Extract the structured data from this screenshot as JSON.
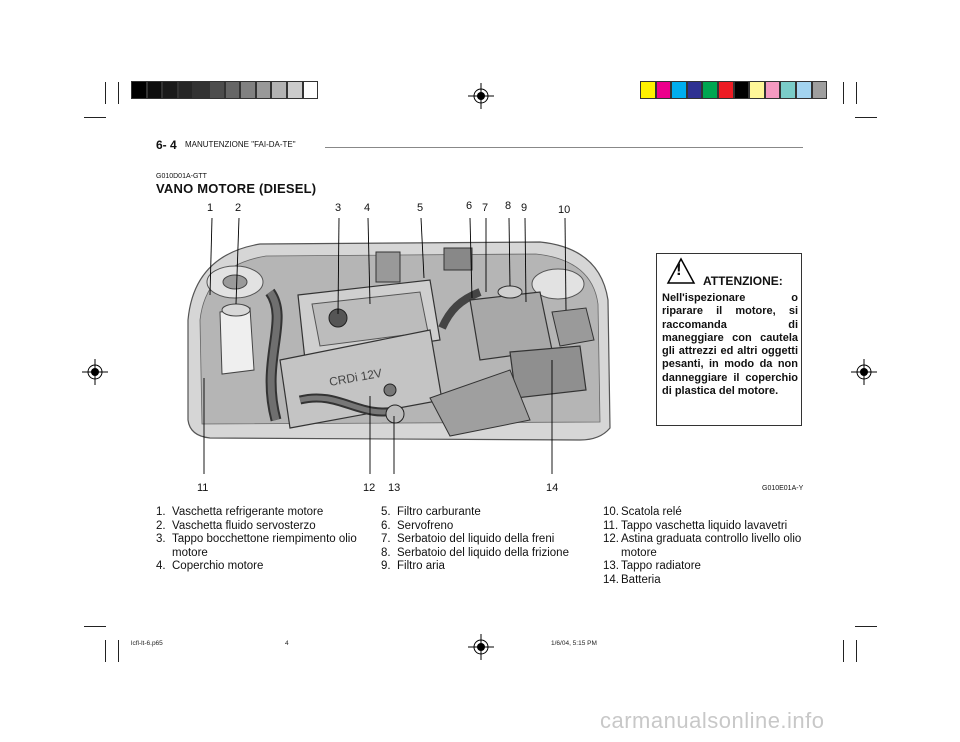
{
  "header": {
    "page_number": "6- 4",
    "section": "MANUTENZIONE \"FAI-DA-TE\""
  },
  "doc_code": "G010D01A-GTT",
  "title": "VANO MOTORE (DIESEL)",
  "figure": {
    "callouts_top": [
      "1",
      "2",
      "3",
      "4",
      "5",
      "6",
      "7",
      "8",
      "9",
      "10"
    ],
    "callouts_bottom": [
      "11",
      "12",
      "13",
      "14"
    ],
    "code": "G010E01A-Y",
    "engine_badge": "CRDi 12V"
  },
  "warning": {
    "symbol": "!",
    "title": "ATTENZIONE:",
    "text": "Nell'ispezionare o riparare il motore, si raccomanda di maneggiare con cautela gli attrezzi ed altri oggetti pesanti, in modo da non danneggiare il coperchio di plastica del motore."
  },
  "legend": {
    "col1": [
      {
        "n": "1.",
        "t": "Vaschetta refrigerante motore"
      },
      {
        "n": "2.",
        "t": "Vaschetta fluido servosterzo"
      },
      {
        "n": "3.",
        "t": "Tappo bocchettone riempimento olio motore"
      },
      {
        "n": "4.",
        "t": "Coperchio motore"
      }
    ],
    "col2": [
      {
        "n": "5.",
        "t": "Filtro carburante"
      },
      {
        "n": "6.",
        "t": "Servofreno"
      },
      {
        "n": "7.",
        "t": "Serbatoio del liquido della freni"
      },
      {
        "n": "8.",
        "t": "Serbatoio del liquido della frizione"
      },
      {
        "n": "9.",
        "t": "Filtro aria"
      }
    ],
    "col3": [
      {
        "n": "10.",
        "t": "Scatola relé"
      },
      {
        "n": "11.",
        "t": "Tappo vaschetta liquido lavavetri"
      },
      {
        "n": "12.",
        "t": "Astina graduata controllo livello olio motore"
      },
      {
        "n": "13.",
        "t": "Tappo radiatore"
      },
      {
        "n": "14.",
        "t": "Batteria"
      }
    ]
  },
  "footer": {
    "file": "lcfl-lt-6.p65",
    "page": "4",
    "date": "1/6/04, 5:15 PM"
  },
  "colors": {
    "grays": [
      "#000000",
      "#0d0d0d",
      "#1a1a1a",
      "#262626",
      "#333333",
      "#4d4d4d",
      "#666666",
      "#808080",
      "#999999",
      "#b3b3b3",
      "#cccccc",
      "#ffffff"
    ],
    "swatches": [
      "#fff200",
      "#ec008c",
      "#00aeef",
      "#2e3192",
      "#00a651",
      "#ed1c24",
      "#000000",
      "#fff799",
      "#f49ac1",
      "#7accc8",
      "#a3d4f0",
      "#9e9e9e"
    ]
  },
  "watermark": "carmanualsonline.info"
}
